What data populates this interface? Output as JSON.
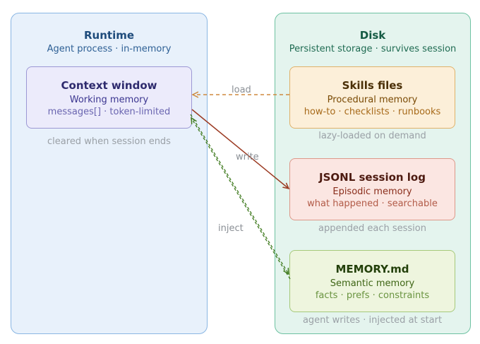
{
  "runtime": {
    "title": "Runtime",
    "subtitle": "Agent process · in-memory"
  },
  "disk": {
    "title": "Disk",
    "subtitle": "Persistent storage · survives session"
  },
  "context_window": {
    "title": "Context window",
    "subtitle": "Working memory",
    "detail": "messages[] · token-limited",
    "caption": "cleared when session ends"
  },
  "skills_files": {
    "title": "Skills files",
    "subtitle": "Procedural memory",
    "detail": "how-to · checklists · runbooks",
    "caption": "lazy-loaded on demand"
  },
  "jsonl_log": {
    "title": "JSONL session log",
    "subtitle": "Episodic memory",
    "detail": "what happened · searchable",
    "caption": "appended each session"
  },
  "memory_md": {
    "title": "MEMORY.md",
    "subtitle": "Semantic memory",
    "detail": "facts · prefs · constraints",
    "caption": "agent writes · injected at start"
  },
  "edges": {
    "load": "load",
    "write": "write",
    "inject": "inject"
  },
  "colors": {
    "load_arrow": "#cf8a3e",
    "write_arrow": "#9b3a22",
    "inject_arrow": "#3f7a1e"
  }
}
